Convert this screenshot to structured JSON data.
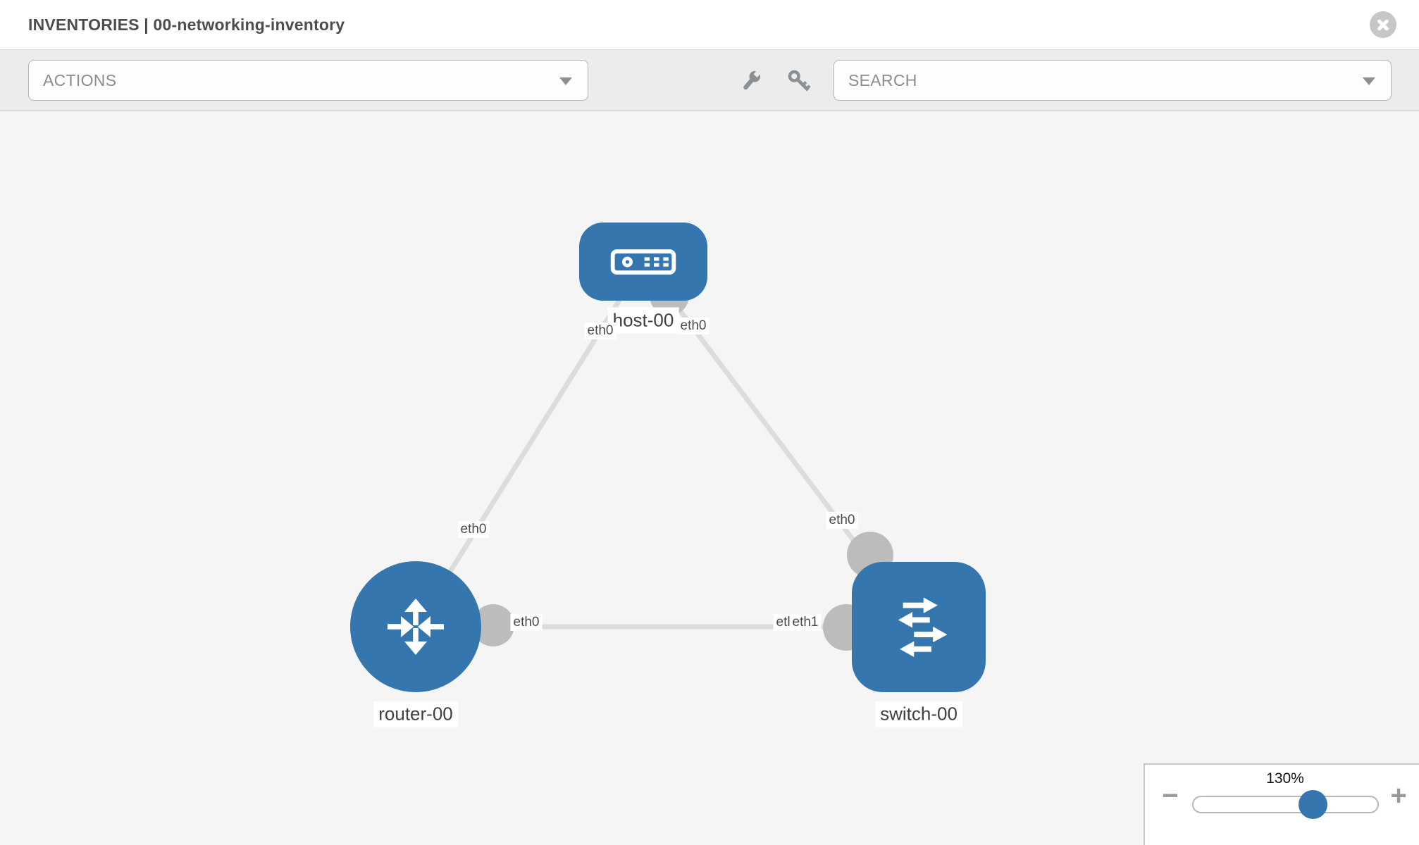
{
  "window": {
    "title": "INVENTORIES | 00-networking-inventory"
  },
  "toolbar": {
    "actions_label": "ACTIONS",
    "search_placeholder": "SEARCH",
    "icons": [
      "wrench-icon",
      "key-icon"
    ]
  },
  "colors": {
    "node_blue": "#3476ad",
    "link_gray": "#dcdcdc",
    "port_gray": "#bcbcbc",
    "canvas_bg": "#f5f5f5",
    "toolbar_bg": "#ececec"
  },
  "topology": {
    "nodes": [
      {
        "id": "host-00",
        "type": "host",
        "label": "host-00"
      },
      {
        "id": "router-00",
        "type": "router",
        "label": "router-00"
      },
      {
        "id": "switch-00",
        "type": "switch",
        "label": "switch-00"
      }
    ],
    "links": [
      {
        "from": "host-00",
        "to": "router-00",
        "from_iface": "eth0",
        "to_iface": "eth0"
      },
      {
        "from": "host-00",
        "to": "switch-00",
        "from_iface": "eth0",
        "to_iface": "eth0"
      },
      {
        "from": "router-00",
        "to": "switch-00",
        "from_iface": "eth0",
        "to_iface": "eth0",
        "to_iface_extra": "eth1"
      }
    ]
  },
  "zoom_control": {
    "level": "130%",
    "minus_label": "−",
    "plus_label": "+"
  }
}
